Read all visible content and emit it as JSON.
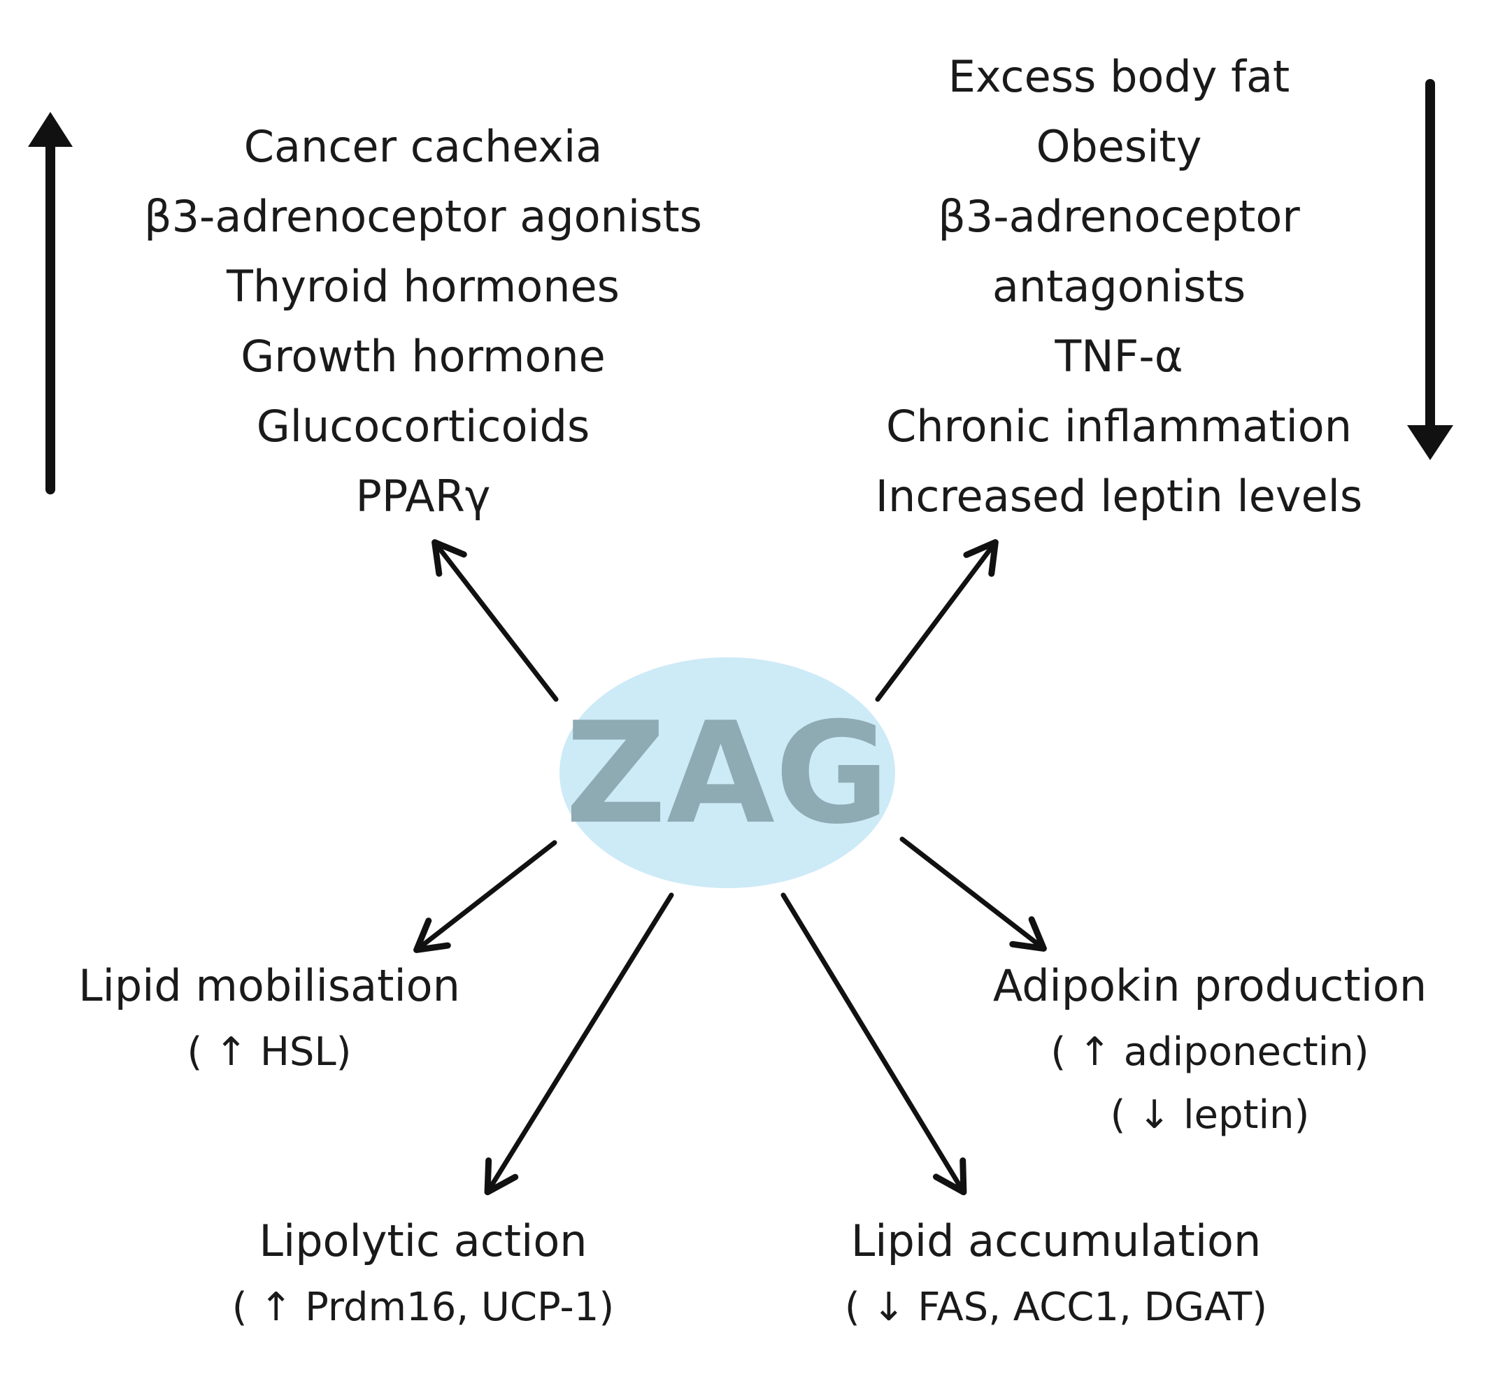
{
  "center": {
    "label": "ZAG"
  },
  "increase_factors": {
    "items": [
      "Cancer cachexia",
      "β3-adrenoceptor agonists",
      "Thyroid hormones",
      "Growth hormone",
      "Glucocorticoids",
      "PPARγ"
    ]
  },
  "decrease_factors": {
    "items": [
      "Excess body fat",
      "Obesity",
      "β3-adrenoceptor",
      "antagonists",
      "TNF-α",
      "Chronic inflammation",
      "Increased leptin levels"
    ]
  },
  "effects": {
    "lipid_mobilisation": {
      "title": "Lipid mobilisation",
      "detail": "( ↑ HSL)"
    },
    "lipolytic_action": {
      "title": "Lipolytic action",
      "detail": "( ↑ Prdm16, UCP-1)"
    },
    "lipid_accumulation": {
      "title": "Lipid accumulation",
      "detail": "( ↓ FAS, ACC1, DGAT)"
    },
    "adipokin_production": {
      "title": "Adipokin production",
      "detail_1": "( ↑ adiponectin)",
      "detail_2": "( ↓ leptin)"
    }
  },
  "colors": {
    "ellipse_fill": "#cdeaf7",
    "zag_text": "#8eaab3",
    "arrow": "#111111"
  }
}
